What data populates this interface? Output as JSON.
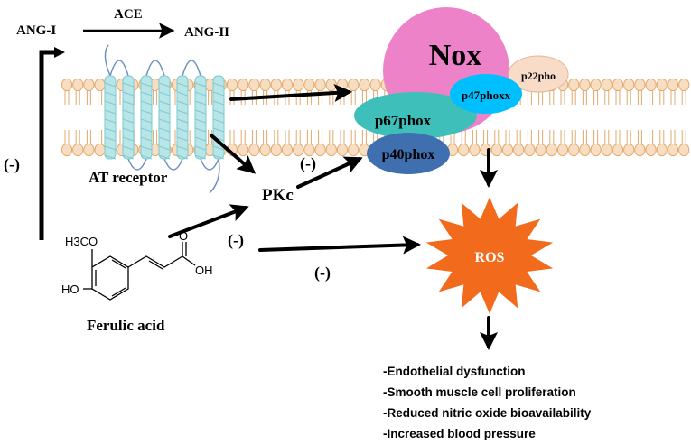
{
  "pathway": {
    "ang1": "ANG-I",
    "ace": "ACE",
    "ang2": "ANG-II",
    "at_receptor": "AT receptor",
    "pkc": "PKc",
    "ros": "ROS",
    "ferulic_acid": "Ferulic acid"
  },
  "nox_complex": {
    "nox": "Nox",
    "p22": "p22pho",
    "p47": "p47phoxx",
    "p67": "p67phox",
    "p40": "p40phox"
  },
  "inhibition": {
    "feedback": "(-)",
    "to_nox": "(-)",
    "upper": "(-)",
    "lower": "(-)"
  },
  "molecule": {
    "methoxy": "H3CO",
    "hydroxyl": "HO",
    "carboxyl_oh": "OH",
    "carbonyl_o": "O"
  },
  "outcomes": [
    "-Endothelial dysfunction",
    "-Smooth muscle cell proliferation",
    "-Reduced  nitric oxide bioavailability",
    "-Increased blood pressure"
  ],
  "colors": {
    "membrane_head": "#f7ddc2",
    "membrane_line": "#e3a86b",
    "nox": "#ee82c8",
    "p47": "#00bfff",
    "p67": "#3ebfba",
    "p40": "#3f6fae",
    "p22": "#f8dcc8",
    "ros": "#f26b1d",
    "receptor": "#b8e6e8"
  }
}
